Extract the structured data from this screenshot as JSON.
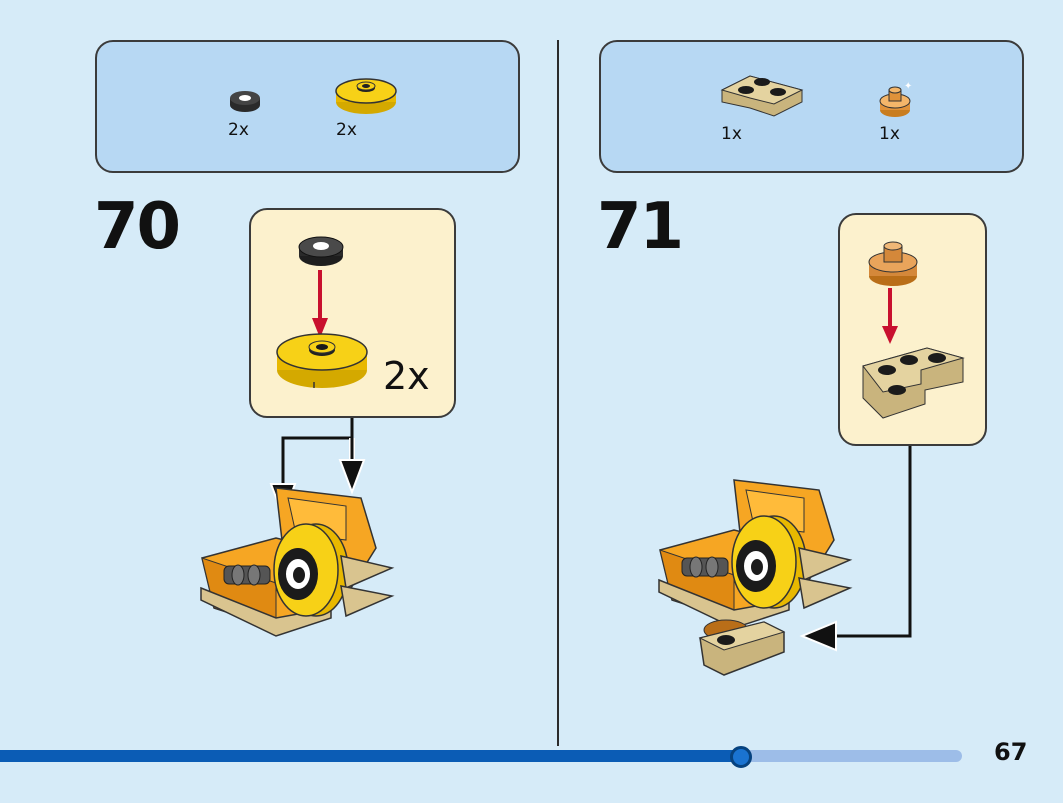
{
  "steps": [
    {
      "number": "70",
      "parts": [
        {
          "name": "round-tile-black",
          "qty": "2x"
        },
        {
          "name": "round-plate-yellow",
          "qty": "2x"
        }
      ],
      "submodel_multiplier": "2x"
    },
    {
      "number": "71",
      "parts": [
        {
          "name": "corner-plate-tan",
          "qty": "1x"
        },
        {
          "name": "round-plate-orange",
          "qty": "1x"
        }
      ]
    }
  ],
  "page": {
    "number": "67",
    "progress_fraction": 0.77
  },
  "colors": {
    "background": "#d6ebf8",
    "parts_box": "#b7d8f3",
    "submodel_box": "#fcf1cd",
    "arrow_red": "#c8102e",
    "yellow": "#f7d117",
    "orange": "#f6a623",
    "tan": "#d9c48f",
    "black": "#1b1b1b"
  }
}
